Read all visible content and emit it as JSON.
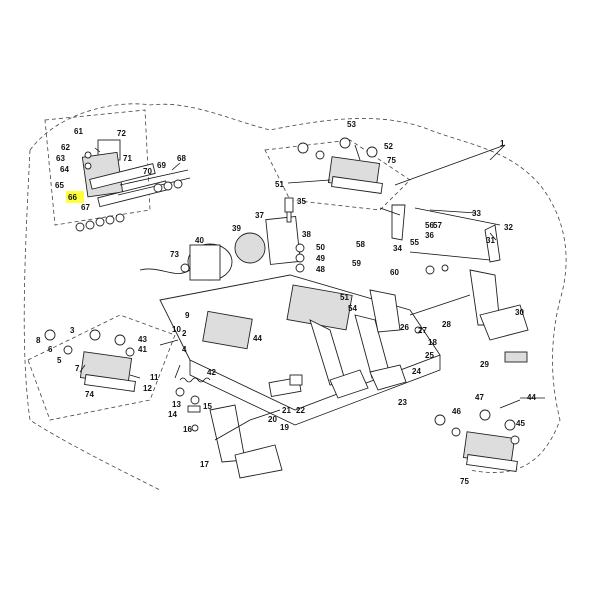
{
  "highlight_color": "#ffff3c",
  "callouts": [
    {
      "id": "c1",
      "text": "1"
    },
    {
      "id": "c2",
      "text": "2"
    },
    {
      "id": "c3",
      "text": "3"
    },
    {
      "id": "c4",
      "text": "4"
    },
    {
      "id": "c5",
      "text": "5"
    },
    {
      "id": "c6",
      "text": "6"
    },
    {
      "id": "c7",
      "text": "7"
    },
    {
      "id": "c8",
      "text": "8"
    },
    {
      "id": "c9",
      "text": "9"
    },
    {
      "id": "c10",
      "text": "10"
    },
    {
      "id": "c11",
      "text": "11"
    },
    {
      "id": "c12",
      "text": "12"
    },
    {
      "id": "c13",
      "text": "13"
    },
    {
      "id": "c14",
      "text": "14"
    },
    {
      "id": "c15",
      "text": "15"
    },
    {
      "id": "c16",
      "text": "16"
    },
    {
      "id": "c17",
      "text": "17"
    },
    {
      "id": "c18",
      "text": "18"
    },
    {
      "id": "c19",
      "text": "19"
    },
    {
      "id": "c20",
      "text": "20"
    },
    {
      "id": "c21",
      "text": "21"
    },
    {
      "id": "c22",
      "text": "22"
    },
    {
      "id": "c23",
      "text": "23"
    },
    {
      "id": "c24",
      "text": "24"
    },
    {
      "id": "c25",
      "text": "25"
    },
    {
      "id": "c26",
      "text": "26"
    },
    {
      "id": "c27",
      "text": "27"
    },
    {
      "id": "c28",
      "text": "28"
    },
    {
      "id": "c29",
      "text": "29"
    },
    {
      "id": "c30",
      "text": "30"
    },
    {
      "id": "c31",
      "text": "31"
    },
    {
      "id": "c32",
      "text": "32"
    },
    {
      "id": "c33",
      "text": "33"
    },
    {
      "id": "c34",
      "text": "34"
    },
    {
      "id": "c35",
      "text": "35"
    },
    {
      "id": "c36",
      "text": "36"
    },
    {
      "id": "c37",
      "text": "37"
    },
    {
      "id": "c38",
      "text": "38"
    },
    {
      "id": "c39",
      "text": "39"
    },
    {
      "id": "c40",
      "text": "40"
    },
    {
      "id": "c41",
      "text": "41"
    },
    {
      "id": "c42",
      "text": "42"
    },
    {
      "id": "c43",
      "text": "43"
    },
    {
      "id": "c44a",
      "text": "44"
    },
    {
      "id": "c44b",
      "text": "44"
    },
    {
      "id": "c45",
      "text": "45"
    },
    {
      "id": "c46",
      "text": "46"
    },
    {
      "id": "c47",
      "text": "47"
    },
    {
      "id": "c48",
      "text": "48"
    },
    {
      "id": "c49",
      "text": "49"
    },
    {
      "id": "c50",
      "text": "50"
    },
    {
      "id": "c51a",
      "text": "51"
    },
    {
      "id": "c51b",
      "text": "51"
    },
    {
      "id": "c52",
      "text": "52"
    },
    {
      "id": "c53",
      "text": "53"
    },
    {
      "id": "c54",
      "text": "54"
    },
    {
      "id": "c55",
      "text": "55"
    },
    {
      "id": "c56",
      "text": "56"
    },
    {
      "id": "c57",
      "text": "57"
    },
    {
      "id": "c58",
      "text": "58"
    },
    {
      "id": "c59",
      "text": "59"
    },
    {
      "id": "c60",
      "text": "60"
    },
    {
      "id": "c61",
      "text": "61"
    },
    {
      "id": "c62",
      "text": "62"
    },
    {
      "id": "c63",
      "text": "63"
    },
    {
      "id": "c64",
      "text": "64"
    },
    {
      "id": "c65",
      "text": "65"
    },
    {
      "id": "c66",
      "text": "66",
      "highlighted": true
    },
    {
      "id": "c67",
      "text": "67"
    },
    {
      "id": "c68",
      "text": "68"
    },
    {
      "id": "c69",
      "text": "69"
    },
    {
      "id": "c70",
      "text": "70"
    },
    {
      "id": "c71",
      "text": "71"
    },
    {
      "id": "c72",
      "text": "72"
    },
    {
      "id": "c73",
      "text": "73"
    },
    {
      "id": "c74",
      "text": "74"
    },
    {
      "id": "c75a",
      "text": "75"
    },
    {
      "id": "c75b",
      "text": "75"
    }
  ]
}
